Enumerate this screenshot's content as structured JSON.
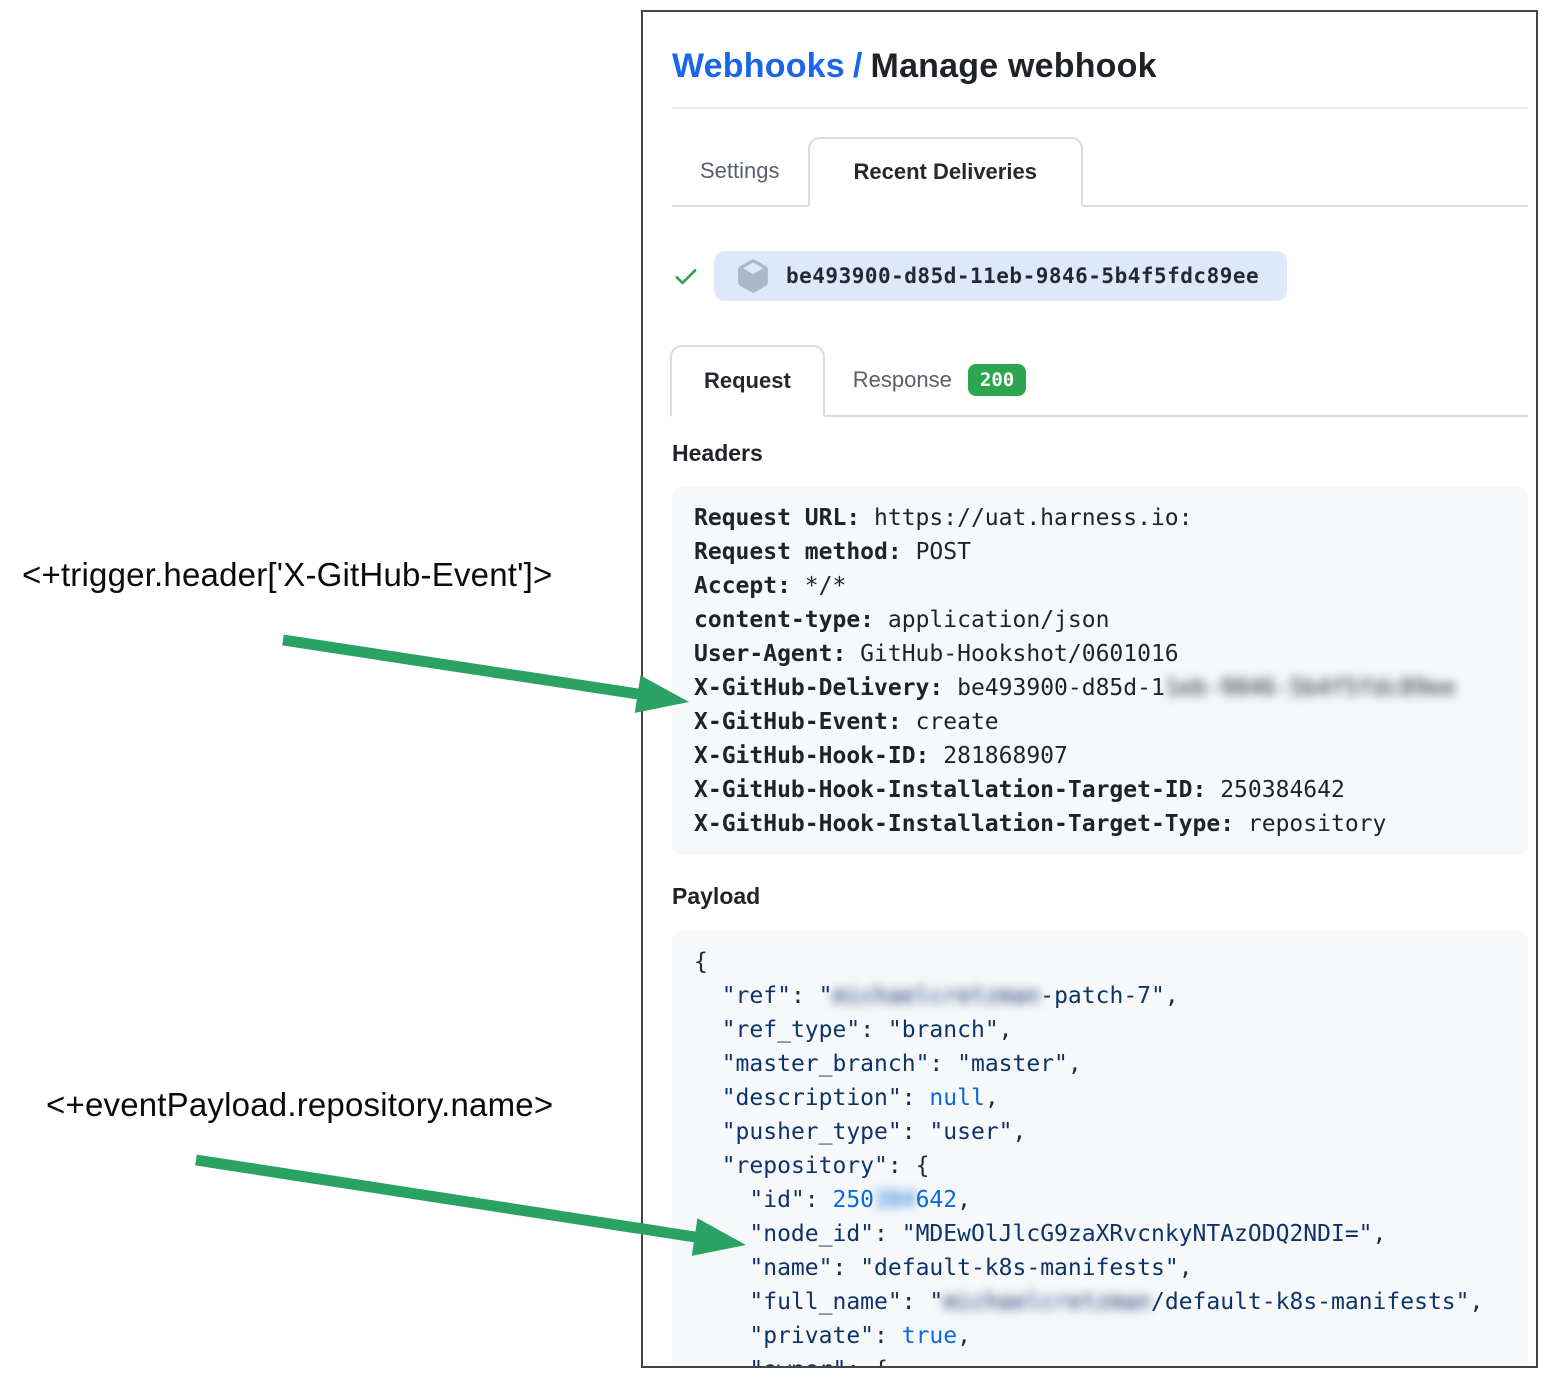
{
  "colors": {
    "link_blue": "#1a66eb",
    "check_green": "#2da44e",
    "badge_green": "#2da44e",
    "arrow_green": "#2aa263",
    "json_key": "#0d3368",
    "json_literal": "#0b69da",
    "delivery_pill_bg": "#dde9fb"
  },
  "header": {
    "link_label": "Webhooks",
    "separator": "/",
    "title": "Manage webhook"
  },
  "tabs": {
    "settings": "Settings",
    "recent_deliveries": "Recent Deliveries"
  },
  "delivery": {
    "id": "be493900-d85d-11eb-9846-5b4f5fdc89ee"
  },
  "subtabs": {
    "request": "Request",
    "response": "Response",
    "response_status": "200"
  },
  "headers_section": {
    "heading": "Headers",
    "rows": [
      {
        "key": "Request URL:",
        "value": "https://uat.harness.io:"
      },
      {
        "key": "Request method:",
        "value": "POST"
      },
      {
        "key": "Accept:",
        "value": "*/*"
      },
      {
        "key": "content-type:",
        "value": "application/json"
      },
      {
        "key": "User-Agent:",
        "value": "GitHub-Hookshot/0601016"
      },
      {
        "key": "X-GitHub-Delivery:",
        "value": "be493900-d85d-1",
        "blurred": "1eb-9846-5b4f5fdc89ee"
      },
      {
        "key": "X-GitHub-Event:",
        "value": "create"
      },
      {
        "key": "X-GitHub-Hook-ID:",
        "value": "281868907"
      },
      {
        "key": "X-GitHub-Hook-Installation-Target-ID:",
        "value": "250384642"
      },
      {
        "key": "X-GitHub-Hook-Installation-Target-Type:",
        "value": "repository"
      }
    ]
  },
  "payload_section": {
    "heading": "Payload",
    "lines": [
      [
        {
          "t": "p",
          "v": "{"
        }
      ],
      [
        {
          "t": "p",
          "v": "  "
        },
        {
          "t": "k",
          "v": "\"ref\""
        },
        {
          "t": "p",
          "v": ": "
        },
        {
          "t": "s",
          "v": "\""
        },
        {
          "t": "bs",
          "v": "michaelcretzman"
        },
        {
          "t": "s",
          "v": "-patch-7\""
        },
        {
          "t": "p",
          "v": ","
        }
      ],
      [
        {
          "t": "p",
          "v": "  "
        },
        {
          "t": "k",
          "v": "\"ref_type\""
        },
        {
          "t": "p",
          "v": ": "
        },
        {
          "t": "s",
          "v": "\"branch\""
        },
        {
          "t": "p",
          "v": ","
        }
      ],
      [
        {
          "t": "p",
          "v": "  "
        },
        {
          "t": "k",
          "v": "\"master_branch\""
        },
        {
          "t": "p",
          "v": ": "
        },
        {
          "t": "s",
          "v": "\"master\""
        },
        {
          "t": "p",
          "v": ","
        }
      ],
      [
        {
          "t": "p",
          "v": "  "
        },
        {
          "t": "k",
          "v": "\"description\""
        },
        {
          "t": "p",
          "v": ": "
        },
        {
          "t": "kw",
          "v": "null"
        },
        {
          "t": "p",
          "v": ","
        }
      ],
      [
        {
          "t": "p",
          "v": "  "
        },
        {
          "t": "k",
          "v": "\"pusher_type\""
        },
        {
          "t": "p",
          "v": ": "
        },
        {
          "t": "s",
          "v": "\"user\""
        },
        {
          "t": "p",
          "v": ","
        }
      ],
      [
        {
          "t": "p",
          "v": "  "
        },
        {
          "t": "k",
          "v": "\"repository\""
        },
        {
          "t": "p",
          "v": ": {"
        }
      ],
      [
        {
          "t": "p",
          "v": "    "
        },
        {
          "t": "k",
          "v": "\"id\""
        },
        {
          "t": "p",
          "v": ": "
        },
        {
          "t": "n",
          "v": "250"
        },
        {
          "t": "bn",
          "v": "384"
        },
        {
          "t": "n",
          "v": "642"
        },
        {
          "t": "p",
          "v": ","
        }
      ],
      [
        {
          "t": "p",
          "v": "    "
        },
        {
          "t": "k",
          "v": "\"node_id\""
        },
        {
          "t": "p",
          "v": ": "
        },
        {
          "t": "s",
          "v": "\"MDEwOlJlcG9zaXRvcnkyNTAzODQ2NDI=\""
        },
        {
          "t": "p",
          "v": ","
        }
      ],
      [
        {
          "t": "p",
          "v": "    "
        },
        {
          "t": "k",
          "v": "\"name\""
        },
        {
          "t": "p",
          "v": ": "
        },
        {
          "t": "s",
          "v": "\"default-k8s-manifests\""
        },
        {
          "t": "p",
          "v": ","
        }
      ],
      [
        {
          "t": "p",
          "v": "    "
        },
        {
          "t": "k",
          "v": "\"full_name\""
        },
        {
          "t": "p",
          "v": ": "
        },
        {
          "t": "s",
          "v": "\""
        },
        {
          "t": "bs",
          "v": "michaelcretzman"
        },
        {
          "t": "s",
          "v": "/default-k8s-manifests\""
        },
        {
          "t": "p",
          "v": ","
        }
      ],
      [
        {
          "t": "p",
          "v": "    "
        },
        {
          "t": "k",
          "v": "\"private\""
        },
        {
          "t": "p",
          "v": ": "
        },
        {
          "t": "kw",
          "v": "true"
        },
        {
          "t": "p",
          "v": ","
        }
      ],
      [
        {
          "t": "p",
          "v": "    "
        },
        {
          "t": "k",
          "v": "\"owner\""
        },
        {
          "t": "p",
          "v": ": {"
        }
      ]
    ]
  },
  "annotations": {
    "trigger_header": "<+trigger.header['X-GitHub-Event']>",
    "event_payload": "<+eventPayload.repository.name>"
  }
}
